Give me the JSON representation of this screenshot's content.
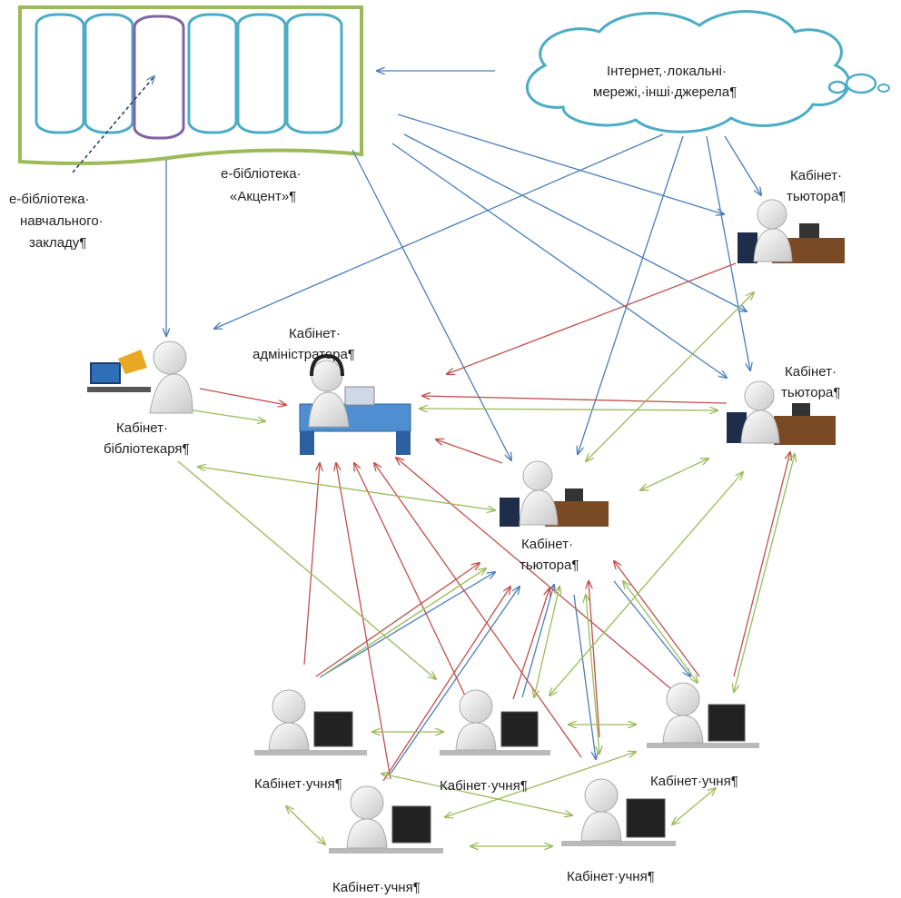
{
  "library": {
    "label_line1": "е-бібліотека·",
    "label_line2": "«Акцент»¶",
    "school_label_line1": "е-бібліотека·",
    "school_label_line2": "навчального·",
    "school_label_line3": "закладу¶"
  },
  "cloud": {
    "line1": "Інтернет,·локальні·",
    "line2": "мережі,·інші·джерела¶"
  },
  "nodes": {
    "admin": {
      "line1": "Кабінет·",
      "line2": "адміністратора¶"
    },
    "librarian": {
      "line1": "Кабінет·",
      "line2": "бібліотекаря¶"
    },
    "tutor_top": {
      "line1": "Кабінет·",
      "line2": "тьютора¶"
    },
    "tutor_right": {
      "line1": "Кабінет·",
      "line2": "тьютора¶"
    },
    "tutor_center": {
      "line1": "Кабінет·",
      "line2": "тьютора¶"
    },
    "student1": {
      "label": "Кабінет·учня¶"
    },
    "student2": {
      "label": "Кабінет·учня¶"
    },
    "student3": {
      "label": "Кабінет·учня¶"
    },
    "student4": {
      "label": "Кабінет·учня¶"
    },
    "student5": {
      "label": "Кабінет·учня¶"
    }
  },
  "colors": {
    "blue_arrow": "#4a7ebb",
    "red_arrow": "#c0504d",
    "green_arrow": "#9bbb59",
    "library_frame": "#9bbb59",
    "book_teal": "#4bacc6",
    "book_purple": "#8064a2",
    "cloud_border": "#4bacc6"
  }
}
